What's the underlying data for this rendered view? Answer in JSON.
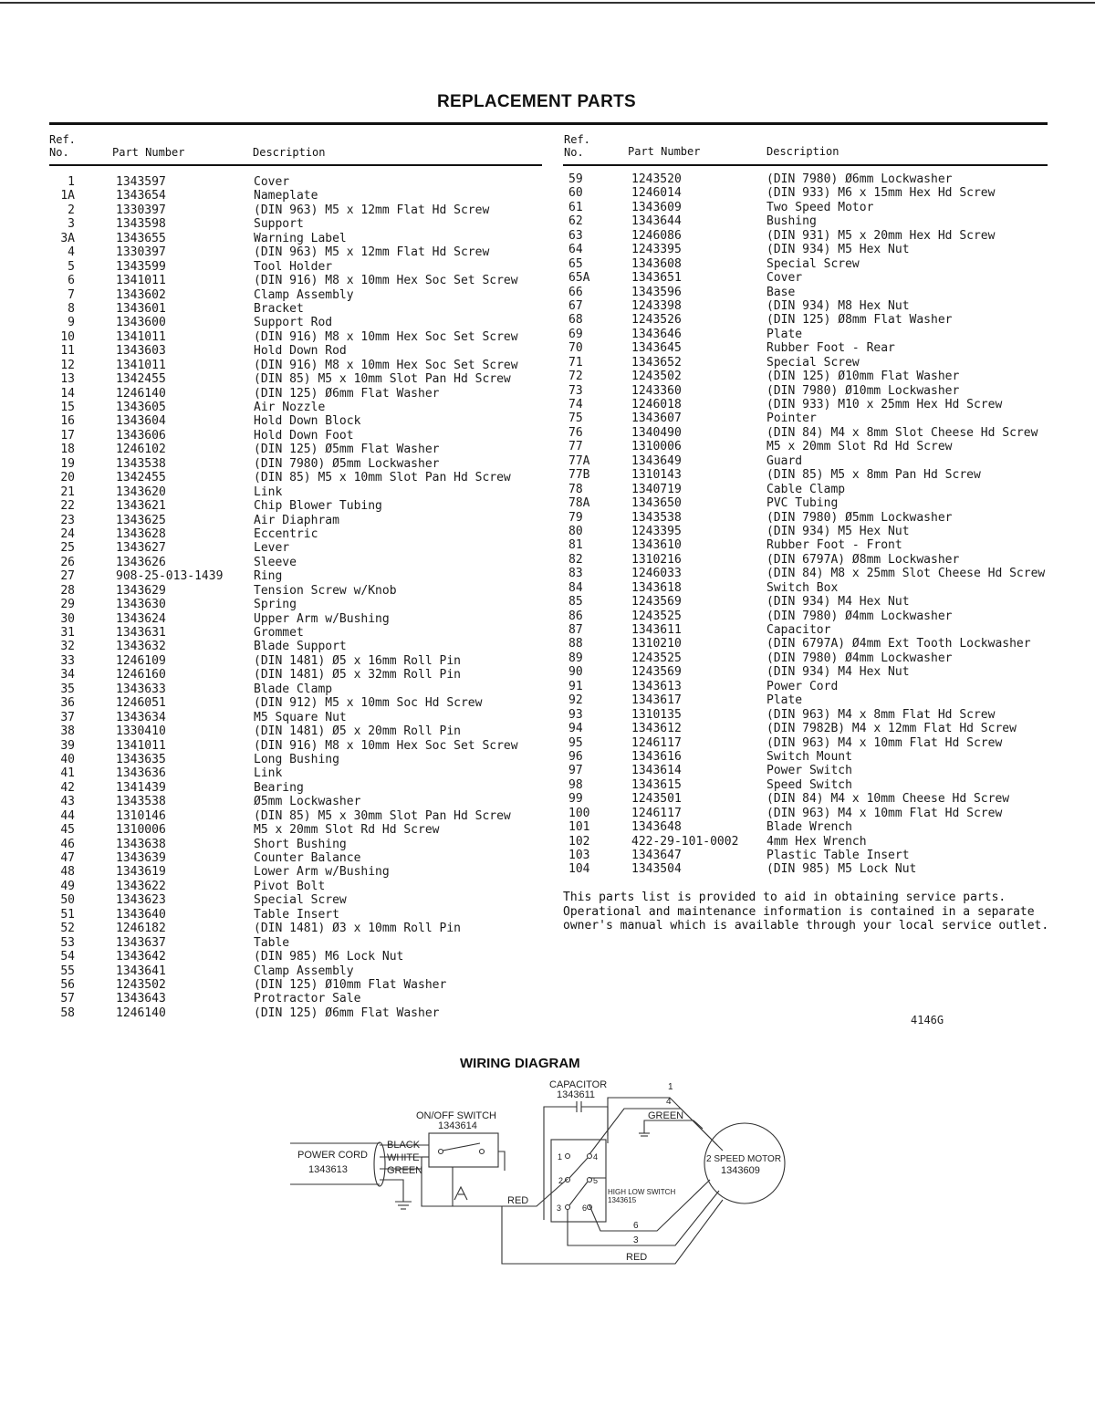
{
  "title": "REPLACEMENT PARTS",
  "headers": {
    "ref_line1": "Ref.",
    "ref_line2": "No.",
    "part_number": "Part Number",
    "description": "Description"
  },
  "left_parts": [
    {
      "ref": "1",
      "part": "1343597",
      "desc": "Cover"
    },
    {
      "ref": "1A",
      "part": "1343654",
      "desc": "Nameplate"
    },
    {
      "ref": "2",
      "part": "1330397",
      "desc": "(DIN 963) M5 x 12mm Flat Hd Screw"
    },
    {
      "ref": "3",
      "part": "1343598",
      "desc": "Support"
    },
    {
      "ref": "3A",
      "part": "1343655",
      "desc": "Warning Label"
    },
    {
      "ref": "4",
      "part": "1330397",
      "desc": "(DIN 963) M5 x 12mm Flat Hd Screw"
    },
    {
      "ref": "5",
      "part": "1343599",
      "desc": "Tool Holder"
    },
    {
      "ref": "6",
      "part": "1341011",
      "desc": "(DIN 916) M8 x 10mm Hex Soc Set Screw"
    },
    {
      "ref": "7",
      "part": "1343602",
      "desc": "Clamp Assembly"
    },
    {
      "ref": "8",
      "part": "1343601",
      "desc": "Bracket"
    },
    {
      "ref": "9",
      "part": "1343600",
      "desc": "Support Rod"
    },
    {
      "ref": "10",
      "part": "1341011",
      "desc": "(DIN 916) M8 x 10mm Hex Soc Set Screw"
    },
    {
      "ref": "11",
      "part": "1343603",
      "desc": "Hold Down Rod"
    },
    {
      "ref": "12",
      "part": "1341011",
      "desc": "(DIN 916) M8 x 10mm Hex Soc Set Screw"
    },
    {
      "ref": "13",
      "part": "1342455",
      "desc": "(DIN 85) M5 x 10mm Slot Pan Hd Screw"
    },
    {
      "ref": "14",
      "part": "1246140",
      "desc": "(DIN 125) Ø6mm Flat Washer"
    },
    {
      "ref": "15",
      "part": "1343605",
      "desc": "Air Nozzle"
    },
    {
      "ref": "16",
      "part": "1343604",
      "desc": "Hold Down Block"
    },
    {
      "ref": "17",
      "part": "1343606",
      "desc": "Hold Down Foot"
    },
    {
      "ref": "18",
      "part": "1246102",
      "desc": "(DIN 125) Ø5mm Flat Washer"
    },
    {
      "ref": "19",
      "part": "1343538",
      "desc": "(DIN 7980) Ø5mm Lockwasher"
    },
    {
      "ref": "20",
      "part": "1342455",
      "desc": "(DIN 85) M5 x 10mm Slot Pan Hd Screw"
    },
    {
      "ref": "21",
      "part": "1343620",
      "desc": "Link"
    },
    {
      "ref": "22",
      "part": "1343621",
      "desc": "Chip Blower Tubing"
    },
    {
      "ref": "23",
      "part": "1343625",
      "desc": "Air Diaphram"
    },
    {
      "ref": "24",
      "part": "1343628",
      "desc": "Eccentric"
    },
    {
      "ref": "25",
      "part": "1343627",
      "desc": "Lever"
    },
    {
      "ref": "26",
      "part": "1343626",
      "desc": "Sleeve"
    },
    {
      "ref": "27",
      "part": "908-25-013-1439",
      "desc": "Ring"
    },
    {
      "ref": "28",
      "part": "1343629",
      "desc": "Tension Screw w/Knob"
    },
    {
      "ref": "29",
      "part": "1343630",
      "desc": "Spring"
    },
    {
      "ref": "30",
      "part": "1343624",
      "desc": "Upper Arm w/Bushing"
    },
    {
      "ref": "31",
      "part": "1343631",
      "desc": "Grommet"
    },
    {
      "ref": "32",
      "part": "1343632",
      "desc": "Blade Support"
    },
    {
      "ref": "33",
      "part": "1246109",
      "desc": "(DIN 1481) Ø5 x 16mm Roll Pin"
    },
    {
      "ref": "34",
      "part": "1246160",
      "desc": "(DIN 1481) Ø5 x 32mm Roll Pin"
    },
    {
      "ref": "35",
      "part": "1343633",
      "desc": "Blade Clamp"
    },
    {
      "ref": "36",
      "part": "1246051",
      "desc": "(DIN 912) M5 x 10mm Soc Hd Screw"
    },
    {
      "ref": "37",
      "part": "1343634",
      "desc": "M5 Square Nut"
    },
    {
      "ref": "38",
      "part": "1330410",
      "desc": "(DIN 1481) Ø5 x 20mm Roll Pin"
    },
    {
      "ref": "39",
      "part": "1341011",
      "desc": "(DIN 916) M8 x 10mm Hex Soc Set Screw"
    },
    {
      "ref": "40",
      "part": "1343635",
      "desc": "Long Bushing"
    },
    {
      "ref": "41",
      "part": "1343636",
      "desc": "Link"
    },
    {
      "ref": "42",
      "part": "1341439",
      "desc": "Bearing"
    },
    {
      "ref": "43",
      "part": "1343538",
      "desc": "Ø5mm Lockwasher"
    },
    {
      "ref": "44",
      "part": "1310146",
      "desc": "(DIN 85) M5 x 30mm Slot Pan Hd Screw"
    },
    {
      "ref": "45",
      "part": "1310006",
      "desc": "M5 x 20mm Slot Rd Hd Screw"
    },
    {
      "ref": "46",
      "part": "1343638",
      "desc": "Short Bushing"
    },
    {
      "ref": "47",
      "part": "1343639",
      "desc": "Counter Balance"
    },
    {
      "ref": "48",
      "part": "1343619",
      "desc": "Lower Arm w/Bushing"
    },
    {
      "ref": "49",
      "part": "1343622",
      "desc": "Pivot Bolt"
    },
    {
      "ref": "50",
      "part": "1343623",
      "desc": "Special Screw"
    },
    {
      "ref": "51",
      "part": "1343640",
      "desc": "Table Insert"
    },
    {
      "ref": "52",
      "part": "1246182",
      "desc": "(DIN 1481) Ø3 x 10mm Roll Pin"
    },
    {
      "ref": "53",
      "part": "1343637",
      "desc": "Table"
    },
    {
      "ref": "54",
      "part": "1343642",
      "desc": "(DIN 985) M6 Lock Nut"
    },
    {
      "ref": "55",
      "part": "1343641",
      "desc": "Clamp Assembly"
    },
    {
      "ref": "56",
      "part": "1243502",
      "desc": "(DIN 125) Ø10mm Flat Washer"
    },
    {
      "ref": "57",
      "part": "1343643",
      "desc": "Protractor Sale"
    },
    {
      "ref": "58",
      "part": "1246140",
      "desc": "(DIN 125) Ø6mm Flat Washer"
    }
  ],
  "right_parts": [
    {
      "ref": "59",
      "part": "1243520",
      "desc": "(DIN 7980) Ø6mm Lockwasher"
    },
    {
      "ref": "60",
      "part": "1246014",
      "desc": "(DIN 933) M6 x 15mm Hex Hd Screw"
    },
    {
      "ref": "61",
      "part": "1343609",
      "desc": "Two Speed Motor"
    },
    {
      "ref": "62",
      "part": "1343644",
      "desc": "Bushing"
    },
    {
      "ref": "63",
      "part": "1246086",
      "desc": "(DIN 931) M5 x 20mm Hex Hd Screw"
    },
    {
      "ref": "64",
      "part": "1243395",
      "desc": "(DIN 934) M5 Hex Nut"
    },
    {
      "ref": "65",
      "part": "1343608",
      "desc": "Special Screw"
    },
    {
      "ref": "65A",
      "part": "1343651",
      "desc": "Cover"
    },
    {
      "ref": "66",
      "part": "1343596",
      "desc": "Base"
    },
    {
      "ref": "67",
      "part": "1243398",
      "desc": "(DIN 934) M8 Hex Nut"
    },
    {
      "ref": "68",
      "part": "1243526",
      "desc": "(DIN 125) Ø8mm Flat Washer"
    },
    {
      "ref": "69",
      "part": "1343646",
      "desc": "Plate"
    },
    {
      "ref": "70",
      "part": "1343645",
      "desc": "Rubber Foot - Rear"
    },
    {
      "ref": "71",
      "part": "1343652",
      "desc": "Special Screw"
    },
    {
      "ref": "72",
      "part": "1243502",
      "desc": "(DIN 125) Ø10mm Flat Washer"
    },
    {
      "ref": "73",
      "part": "1243360",
      "desc": "(DIN 7980) Ø10mm Lockwasher"
    },
    {
      "ref": "74",
      "part": "1246018",
      "desc": "(DIN 933) M10 x 25mm Hex Hd Screw"
    },
    {
      "ref": "75",
      "part": "1343607",
      "desc": "Pointer"
    },
    {
      "ref": "76",
      "part": "1340490",
      "desc": "(DIN 84) M4 x 8mm Slot Cheese Hd Screw"
    },
    {
      "ref": "77",
      "part": "1310006",
      "desc": "M5 x 20mm Slot Rd Hd Screw"
    },
    {
      "ref": "77A",
      "part": "1343649",
      "desc": "Guard"
    },
    {
      "ref": "77B",
      "part": "1310143",
      "desc": "(DIN 85) M5 x 8mm Pan Hd Screw"
    },
    {
      "ref": "78",
      "part": "1340719",
      "desc": "Cable Clamp"
    },
    {
      "ref": "78A",
      "part": "1343650",
      "desc": "PVC Tubing"
    },
    {
      "ref": "79",
      "part": "1343538",
      "desc": "(DIN 7980) Ø5mm Lockwasher"
    },
    {
      "ref": "80",
      "part": "1243395",
      "desc": "(DIN 934) M5 Hex Nut"
    },
    {
      "ref": "81",
      "part": "1343610",
      "desc": "Rubber Foot - Front"
    },
    {
      "ref": "82",
      "part": "1310216",
      "desc": "(DIN 6797A) Ø8mm Lockwasher"
    },
    {
      "ref": "83",
      "part": "1246033",
      "desc": "(DIN 84) M8 x 25mm Slot Cheese Hd Screw"
    },
    {
      "ref": "84",
      "part": "1343618",
      "desc": "Switch Box"
    },
    {
      "ref": "85",
      "part": "1243569",
      "desc": "(DIN 934) M4 Hex Nut"
    },
    {
      "ref": "86",
      "part": "1243525",
      "desc": "(DIN 7980) Ø4mm Lockwasher"
    },
    {
      "ref": "87",
      "part": "1343611",
      "desc": "Capacitor"
    },
    {
      "ref": "88",
      "part": "1310210",
      "desc": "(DIN 6797A) Ø4mm Ext Tooth Lockwasher"
    },
    {
      "ref": "89",
      "part": "1243525",
      "desc": "(DIN 7980) Ø4mm Lockwasher"
    },
    {
      "ref": "90",
      "part": "1243569",
      "desc": "(DIN 934) M4 Hex Nut"
    },
    {
      "ref": "91",
      "part": "1343613",
      "desc": "Power Cord"
    },
    {
      "ref": "92",
      "part": "1343617",
      "desc": "Plate"
    },
    {
      "ref": "93",
      "part": "1310135",
      "desc": "(DIN 963) M4 x 8mm Flat Hd Screw"
    },
    {
      "ref": "94",
      "part": "1343612",
      "desc": "(DIN 7982B) M4 x 12mm Flat Hd Screw"
    },
    {
      "ref": "95",
      "part": "1246117",
      "desc": "(DIN 963) M4 x 10mm Flat Hd Screw"
    },
    {
      "ref": "96",
      "part": "1343616",
      "desc": "Switch Mount"
    },
    {
      "ref": "97",
      "part": "1343614",
      "desc": "Power Switch"
    },
    {
      "ref": "98",
      "part": "1343615",
      "desc": "Speed Switch"
    },
    {
      "ref": "99",
      "part": "1243501",
      "desc": "(DIN 84) M4 x 10mm Cheese Hd Screw"
    },
    {
      "ref": "100",
      "part": "1246117",
      "desc": "(DIN 963) M4 x 10mm Flat Hd Screw"
    },
    {
      "ref": "101",
      "part": "1343648",
      "desc": "Blade Wrench"
    },
    {
      "ref": "102",
      "part": "422-29-101-0002",
      "desc": "4mm Hex Wrench"
    },
    {
      "ref": "103",
      "part": "1343647",
      "desc": "Plastic Table Insert"
    },
    {
      "ref": "104",
      "part": "1343504",
      "desc": "(DIN 985) M5 Lock Nut"
    }
  ],
  "note": "This parts list is provided to aid in obtaining service parts.\nOperational and maintenance information is contained in a separate\nowner's manual which is available through your local service outlet.",
  "doc_code": "4146G",
  "wiring": {
    "title": "WIRING DIAGRAM",
    "capacitor_label": "CAPACITOR",
    "capacitor_part": "1343611",
    "onoff_label": "ON/OFF SWITCH",
    "onoff_part": "1343614",
    "power_cord_label": "POWER CORD",
    "power_cord_part": "1343613",
    "wire_black": "BLACK",
    "wire_white": "WHITE",
    "wire_green": "GREEN",
    "wire_green_top": "GREEN",
    "wire_red_mid": "RED",
    "wire_red_bottom": "RED",
    "hl_switch_label": "HIGH LOW SWITCH",
    "hl_switch_part": "1343615",
    "motor_label": "2 SPEED MOTOR",
    "motor_part": "1343609",
    "t1": "1",
    "t2": "2",
    "t3": "3",
    "t4": "4",
    "t5": "5",
    "t6": "6",
    "wire1": "1",
    "wire4": "4",
    "wire6": "6",
    "wire3": "3"
  }
}
